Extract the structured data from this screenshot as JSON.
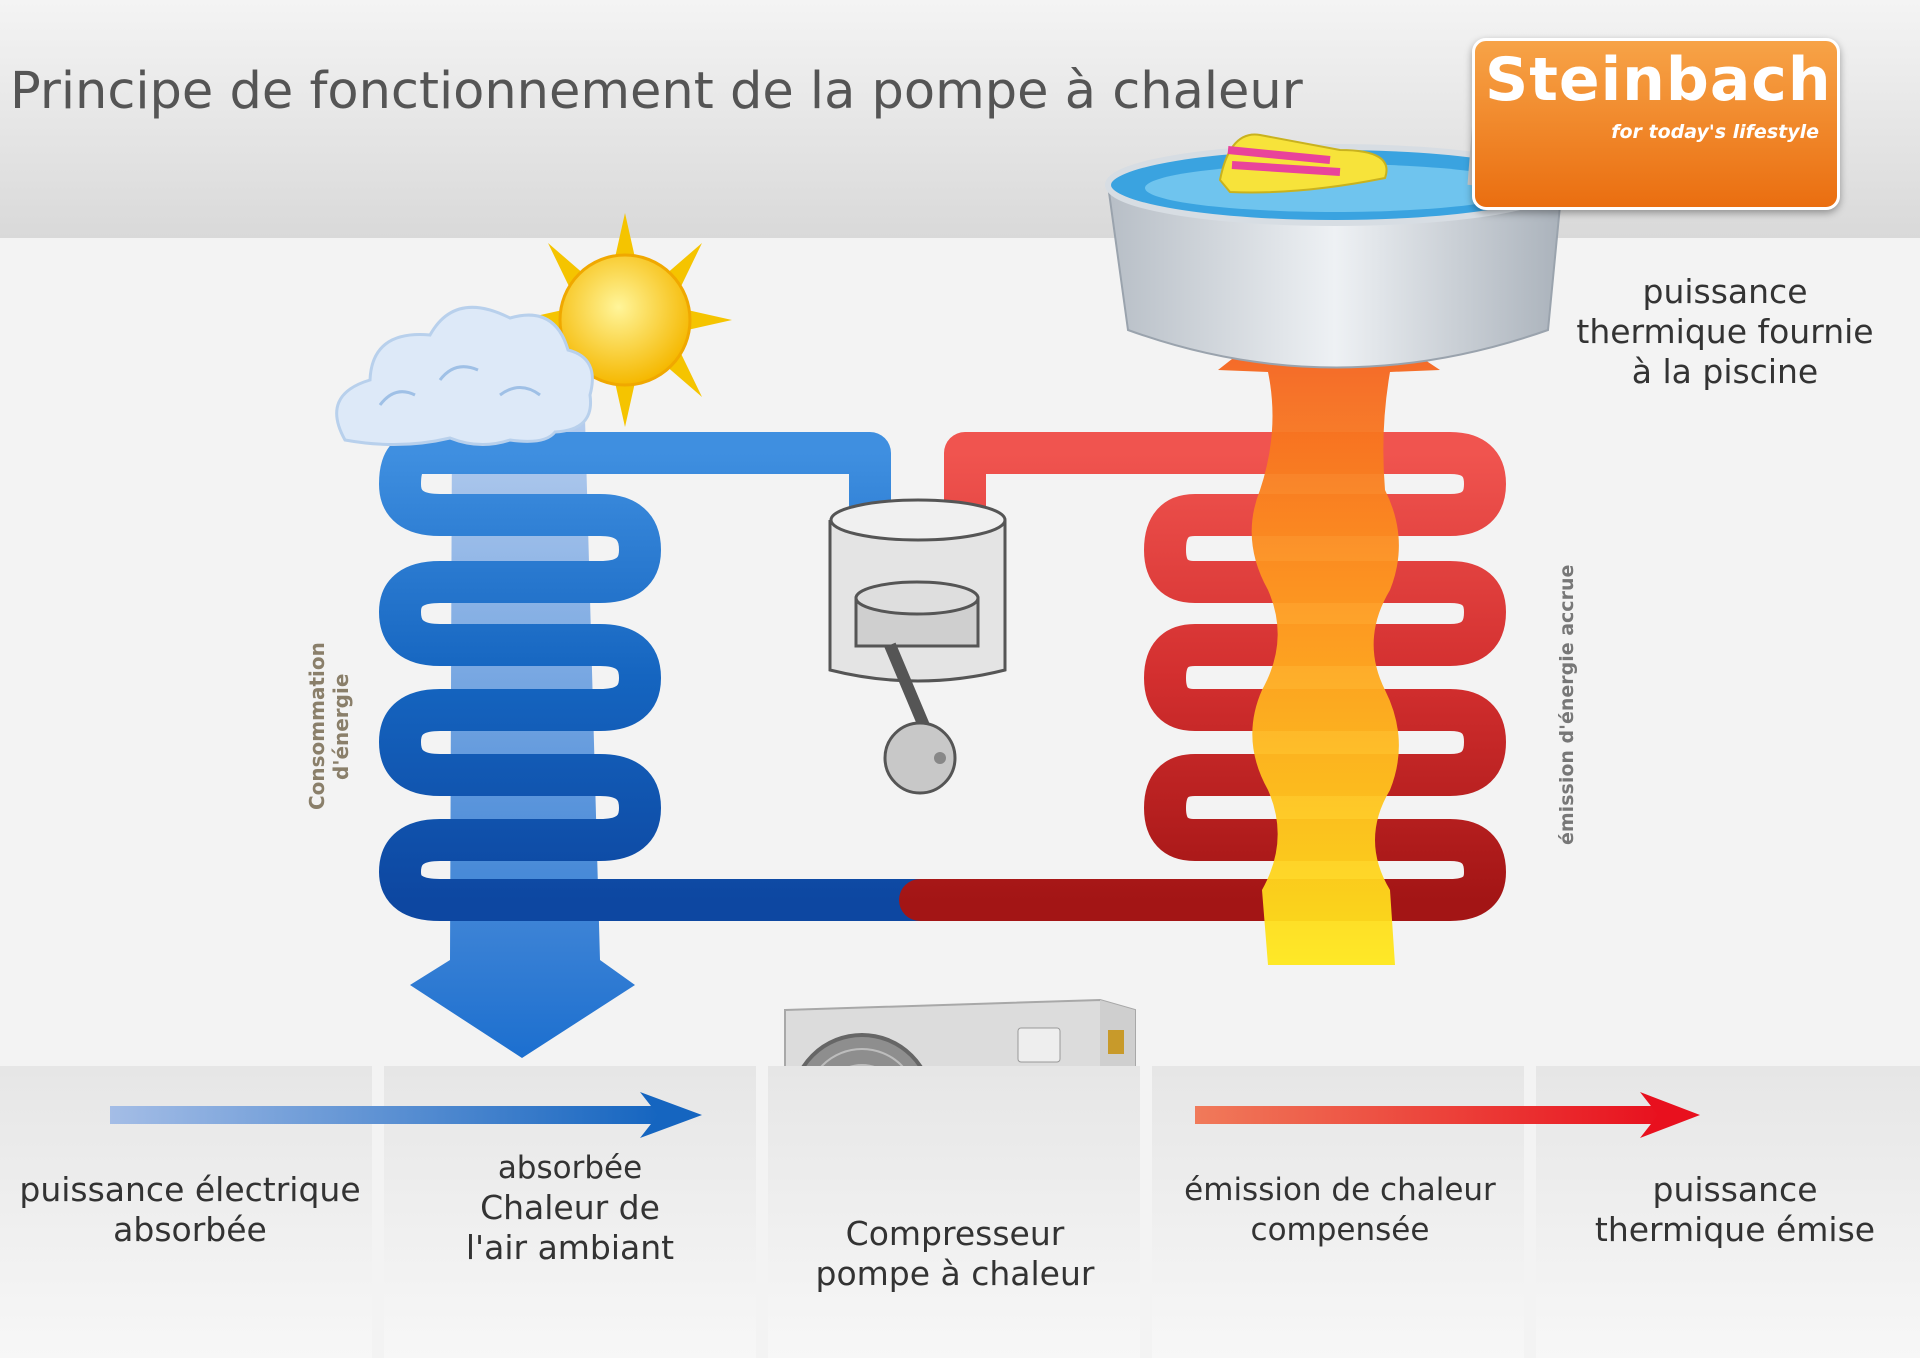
{
  "title": "Principe de fonctionnement de la pompe à chaleur",
  "logo": {
    "brand": "Steinbach",
    "tagline": "for today's lifestyle"
  },
  "labels": {
    "consumption_line1": "Consommation",
    "consumption_line2": "d'énergie",
    "emission_increased": "émission d'énergie accrue",
    "pool_heat_line1": "puissance",
    "pool_heat_line2": "thermique fournie",
    "pool_heat_line3": "à la piscine"
  },
  "bottom": {
    "electric_power": [
      "puissance électrique",
      "absorbée"
    ],
    "ambient_heat": [
      "absorbée",
      "Chaleur de",
      "l'air ambiant"
    ],
    "compressor": [
      "Compresseur",
      "pompe à chaleur"
    ],
    "compensated": [
      "émission de chaleur",
      "compensée"
    ],
    "thermal_emitted": [
      "puissance",
      "thermique émise"
    ]
  },
  "colors": {
    "cold": "#1565c0",
    "hot": "#d32f2f",
    "brand": "#ef7d1f"
  }
}
